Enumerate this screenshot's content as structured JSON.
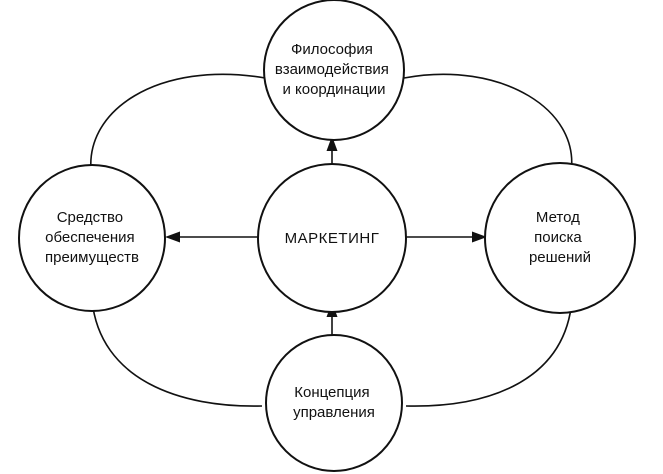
{
  "nodes": {
    "center": {
      "lines": [
        "МАРКЕТИНГ"
      ]
    },
    "top": {
      "lines": [
        "Философия",
        "взаимодействия",
        "и координации"
      ]
    },
    "left": {
      "lines": [
        "Средство",
        "обеспечения",
        "преимуществ"
      ]
    },
    "right": {
      "lines": [
        "Метод",
        "поиска",
        "решений"
      ]
    },
    "bottom": {
      "lines": [
        "Концепция",
        "управления"
      ]
    }
  },
  "colors": {
    "stroke": "#111111",
    "background": "#ffffff"
  }
}
